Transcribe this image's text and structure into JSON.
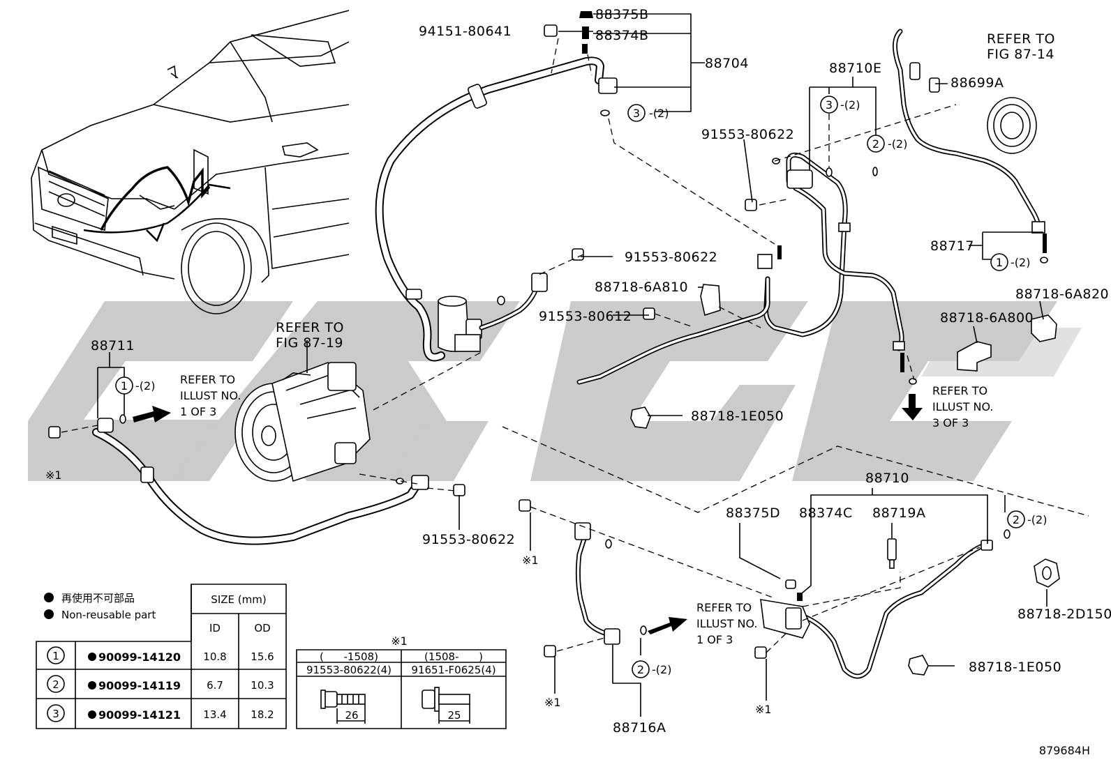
{
  "illustration_number": "879684H",
  "part_numbers": {
    "p94151": "94151-80641",
    "p88375B": "88375B",
    "p88374B": "88374B",
    "p88704": "88704",
    "p88710E": "88710E",
    "p88699A": "88699A",
    "p91553_top": "91553-80622",
    "p91553_mid": "91553-80622",
    "p88718_6A810": "88718-6A810",
    "p91553_80612": "91553-80612",
    "p88717": "88717",
    "p88718_6A820": "88718-6A820",
    "p88718_6A800": "88718-6A800",
    "p88711": "88711",
    "p88718_1E050_top": "88718-1E050",
    "p91553_bottom": "91553-80622",
    "p88710": "88710",
    "p88375D": "88375D",
    "p88374C": "88374C",
    "p88719A": "88719A",
    "p88718_2D150": "88718-2D150",
    "p88718_1E050_bottom": "88718-1E050",
    "p88716A": "88716A"
  },
  "refer_notes": {
    "fig_87_14": [
      "REFER TO",
      "FIG 87-14"
    ],
    "fig_87_19": [
      "REFER TO",
      "FIG 87-19"
    ],
    "illust_1of3_left": [
      "REFER TO",
      "ILLUST NO.",
      "1 OF 3"
    ],
    "illust_3of3": [
      "REFER TO",
      "ILLUST NO.",
      "3 OF 3"
    ],
    "illust_1of3_bottom": [
      "REFER TO",
      "ILLUST NO.",
      "1 OF 3"
    ]
  },
  "callouts": {
    "qty_suffix": "-(2)",
    "c3_top": "3",
    "c3_88710E": "3",
    "c2_88710E": "2",
    "c1_88711": "1",
    "c1_88717": "1",
    "c2_88716A": "2",
    "c2_88710": "2",
    "note_mark": "※1"
  },
  "legend": {
    "jp_title": "再使用不可部品",
    "en_title": "Non-reusable part",
    "size_header": "SIZE (mm)",
    "col_id": "ID",
    "col_od": "OD",
    "rows": [
      {
        "num": "1",
        "part": "90099-14120",
        "id": "10.8",
        "od": "15.6"
      },
      {
        "num": "2",
        "part": "90099-14119",
        "id": "6.7",
        "od": "10.3"
      },
      {
        "num": "3",
        "part": "90099-14121",
        "id": "13.4",
        "od": "18.2"
      }
    ]
  },
  "bolt_table": {
    "title": "※1",
    "left_range": "(      -1508)",
    "right_range": "(1508-      )",
    "left_part": "91553-80622(4)",
    "right_part": "91651-F0625(4)",
    "left_length": "26",
    "right_length": "25"
  },
  "icons": [
    "filled-dot-icon",
    "circled-number-icon",
    "arrow-icon",
    "bolt-icon",
    "o-ring-icon"
  ]
}
